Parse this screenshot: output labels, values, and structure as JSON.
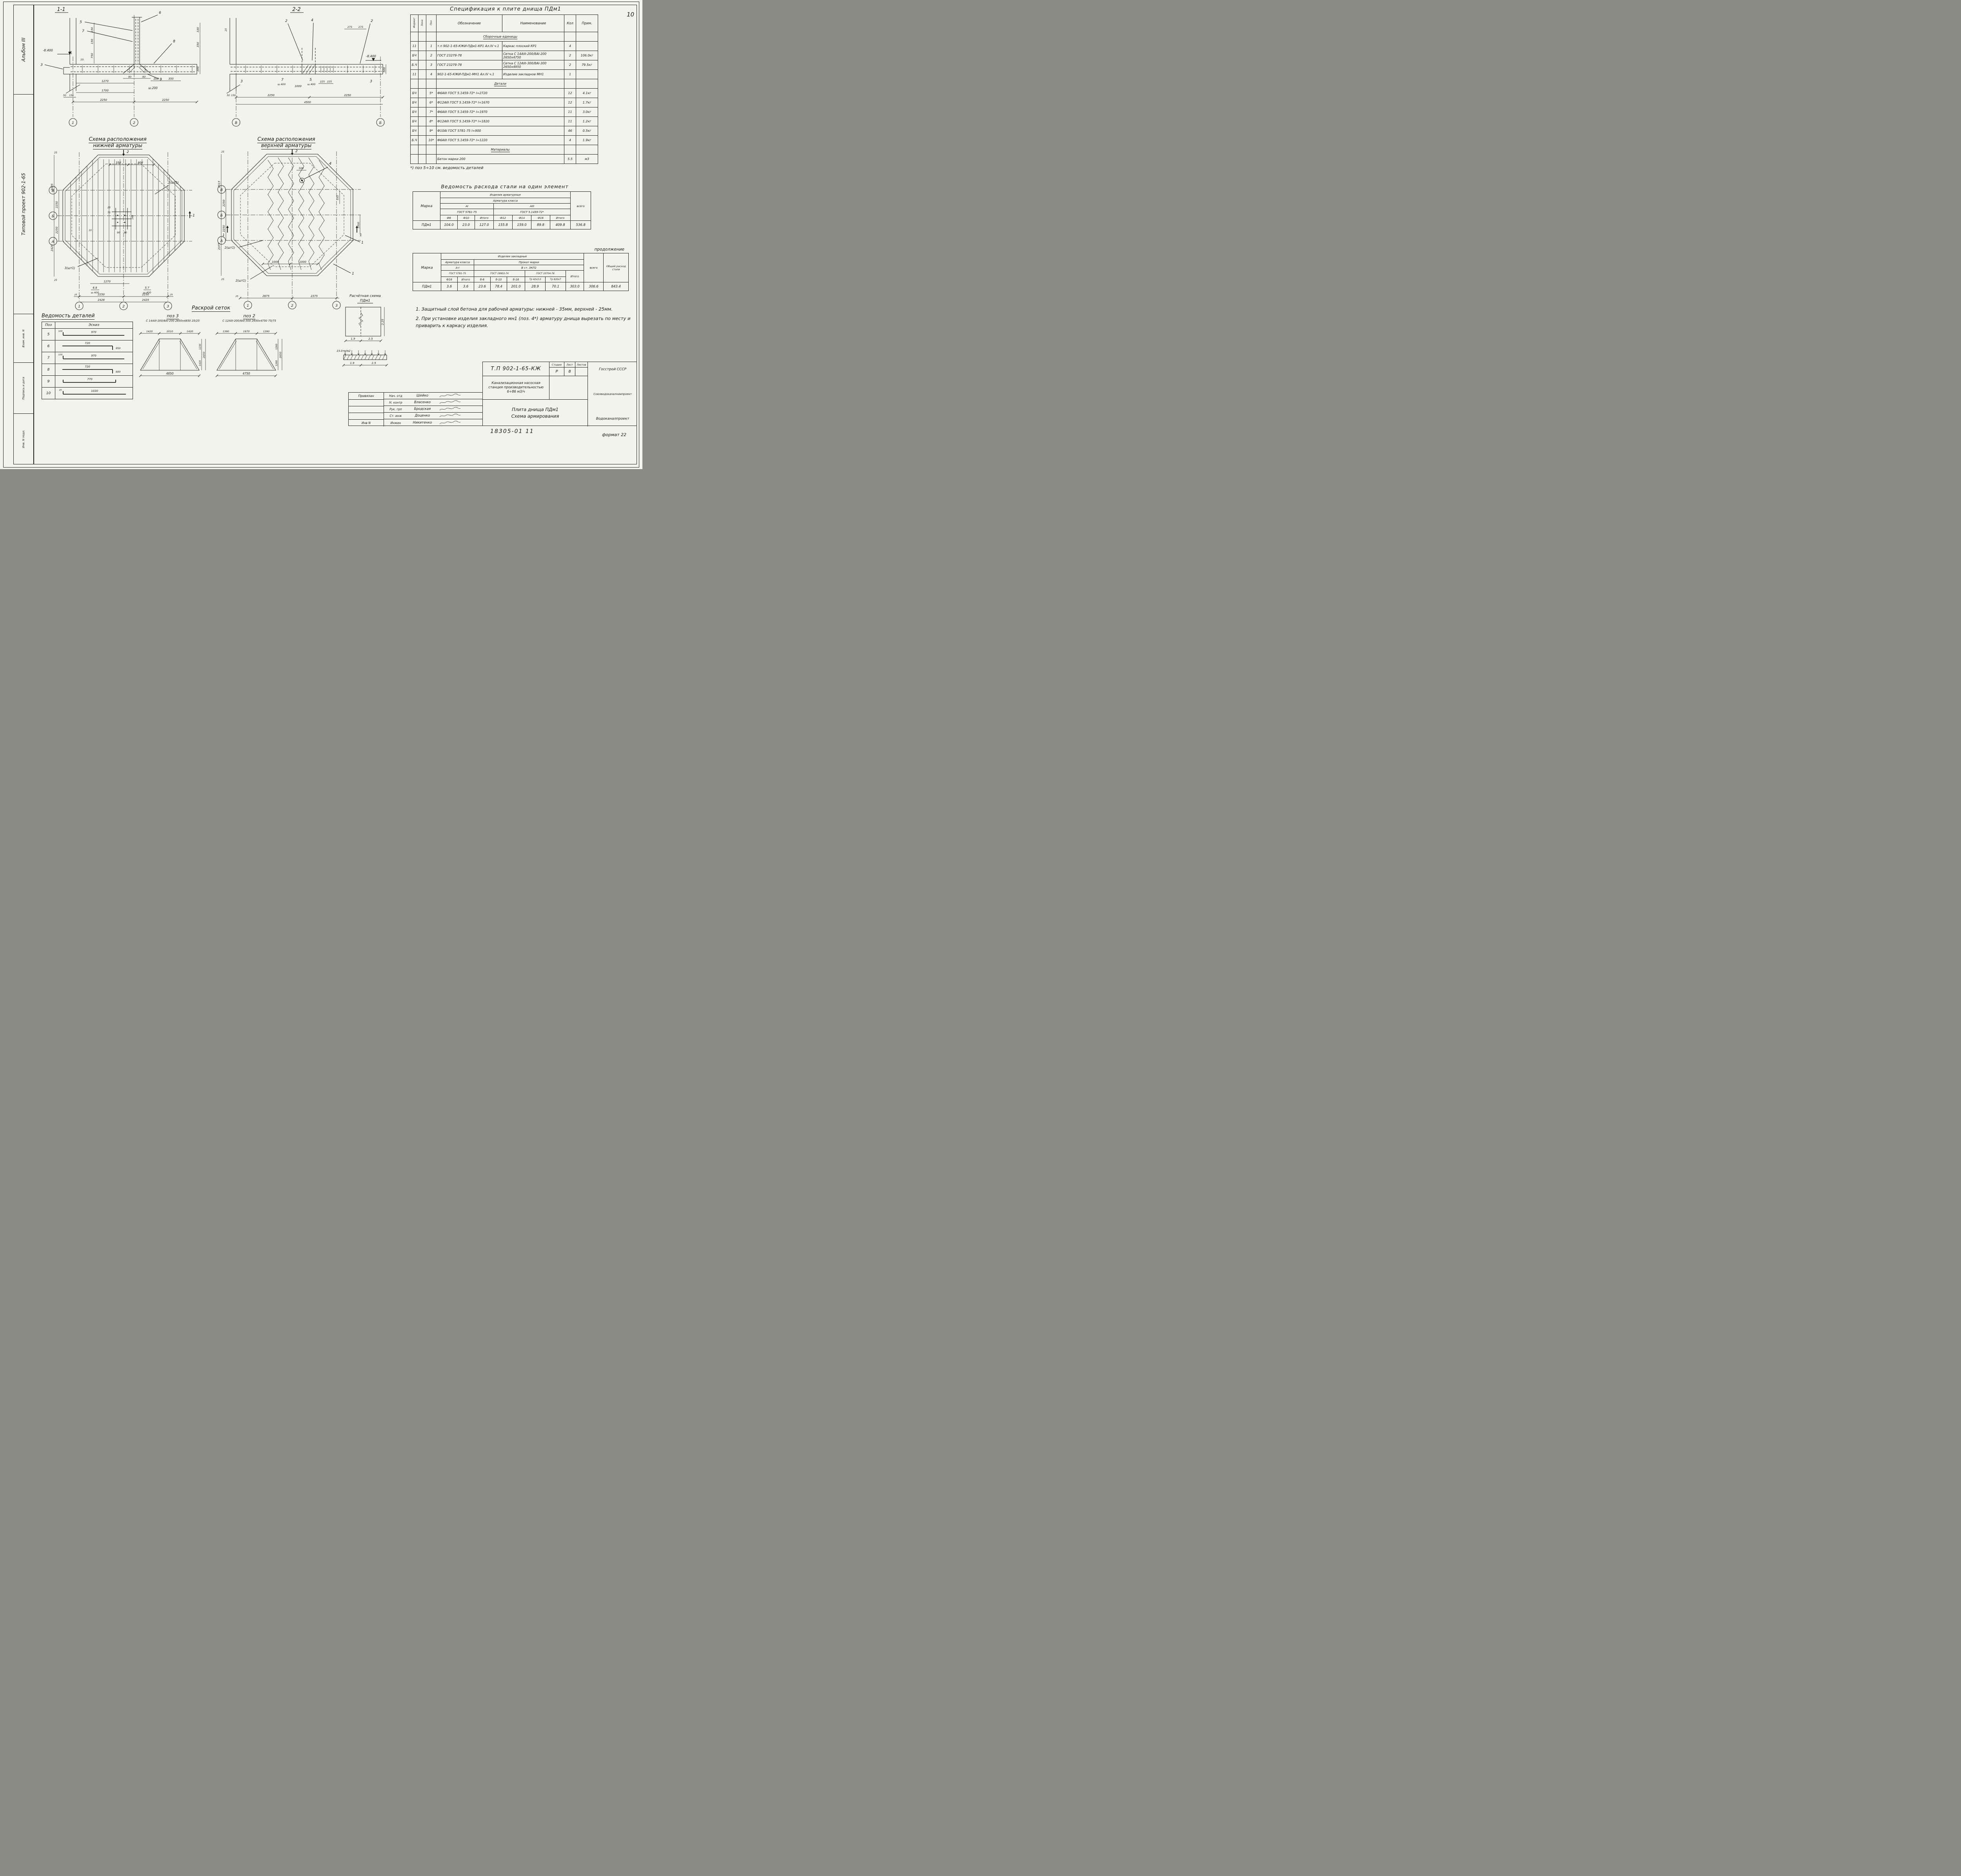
{
  "meta": {
    "page_number": "10",
    "doc_stamp": "18305-01 11",
    "format_note": "формат 22"
  },
  "sidebar": {
    "album": "Альбом III",
    "project": "Типовой проект 902-1-65",
    "stamp1": "Взам. инв. N",
    "stamp2": "Подпись и дата",
    "stamp3": "Инв. N подл."
  },
  "sec11": {
    "title": "1-1",
    "level": "-8.400",
    "c3": "3",
    "c5": "5",
    "c6": "6",
    "c7": "7",
    "c8": "8",
    "c9": "9",
    "d25": "25",
    "d10": "10.",
    "d150a": "150",
    "d150b": "150",
    "d750": "750",
    "d330": "330",
    "d350a": "350",
    "d300": "300",
    "d90a": "90",
    "d90b": "90",
    "d1270": "1270",
    "d200": "200",
    "d350b": "350",
    "sh200": "ш.200",
    "d1700": "1700",
    "d2250a": "2250",
    "d2250b": "2250",
    "d50": "50",
    "d150c": "150",
    "ax1": "1",
    "ax2": "2"
  },
  "sec22": {
    "title": "2-2",
    "level": "-8.400",
    "c2a": "2",
    "c4": "4",
    "c2b": "2",
    "c3a": "3",
    "c7": "7",
    "c5": "5",
    "c3b": "3",
    "d25": "25",
    "d275a": "275",
    "d275b": "275",
    "d500": "500",
    "sh400a": "ш.400",
    "d1000": "1000",
    "sh400b": "ш.400",
    "d225a": "225",
    "d225b": "225",
    "d50": "50",
    "d150": "150",
    "d2250a": "2250",
    "d2250b": "2250",
    "d4500": "4500",
    "axV": "В",
    "axB": "Б"
  },
  "lower": {
    "t1": "Схема расположения",
    "t2": "нижней арматуры",
    "rowB": "В",
    "rowG": "Б",
    "rowA": "А",
    "c1": "1",
    "c2": "2",
    "c3": "3",
    "secTop": "2",
    "secSide": "1",
    "call3a": "3(шт1)",
    "call3b": "3(шт1)",
    "d550": "550",
    "d800": "800",
    "d25a": "25",
    "d75": "75",
    "d140": "140",
    "d10": "10",
    "d90a": "90",
    "d90b": "90",
    "dl2425a": "2425",
    "dl2425b": "2425",
    "dl2250a": "2250",
    "dl2250b": "2250",
    "d25t": "25",
    "d25b": "25",
    "d1270": "1270",
    "f68": "6.8",
    "fsh1": "ш.400",
    "f57": "5.7",
    "fsh2": "ш.400",
    "db2250a": "2250",
    "db2250b": "2250",
    "db2426": "2426",
    "db2425": "2425",
    "d25bl": "25",
    "d25br": "25"
  },
  "upper": {
    "t1": "Схема расположения",
    "t2": "верхней арматуры",
    "rowB": "В",
    "rowG": "Б",
    "rowA": "А",
    "c1": "1",
    "c2": "2",
    "c3": "3",
    "secTop": "2",
    "sec1L": "1",
    "sec1R": "1",
    "call4": "4",
    "call2a": "2(шт1)",
    "call2b": "2(шт1)",
    "call1a": "1",
    "call1b": "1",
    "d500": "500",
    "d550": "550",
    "d1000v": "1000",
    "d1000a": "1000",
    "d1000b": "1000",
    "dl2515": "2515",
    "dl2375": "2375",
    "dl2250a": "2250",
    "dl2250b": "2250",
    "d25t": "25",
    "d25b": "25",
    "db2875": "2875",
    "db2375": "2375",
    "d25bl": "25"
  },
  "spec": {
    "title": "Спецификация к плите днища ПДм1",
    "h_fmt": "Формат",
    "h_zone": "Зона",
    "h_pos": "Поз",
    "h_des": "Обозначение",
    "h_name": "Наименование",
    "h_qty": "Кол",
    "h_note": "Прим.",
    "g1": "Сборочные единицы",
    "rows1": [
      {
        "f": "11",
        "p": "1",
        "o": "т.п 902-1-65-КЖИ-ПДм1-КР1 Ал.IV ч.1",
        "n": "Каркас плоский КР1",
        "k": "4",
        "pr": ""
      },
      {
        "f": "БЧ",
        "p": "2",
        "o": "ГОСТ 23279-78",
        "n": "Сетка С 14АIII-200/8АI-200 2650х4750",
        "k": "2",
        "pr": "106.0кг"
      },
      {
        "f": "Б.Ч",
        "p": "3",
        "o": "ГОСТ 23279-78",
        "n": "Сетка С 12АIII-300/8АI-300 2650х4950",
        "k": "2",
        "pr": "79.5кг"
      },
      {
        "f": "11",
        "p": "4",
        "o": "902-1-65-КЖИ-ПДм1-МН1 Ал.IV ч.1",
        "n": "Изделие закладное МН1",
        "k": "1",
        "pr": ""
      }
    ],
    "g2": "Детали",
    "rows2": [
      {
        "f": "БЧ",
        "p": "5*",
        "o": "Ф6АIII ГОСТ 5.1459-72*  l=2720",
        "k": "12",
        "pr": "4.1кг"
      },
      {
        "f": "БЧ",
        "p": "6*",
        "o": "Ф12АIII ГОСТ 5.1459-72*  l=1670",
        "k": "12",
        "pr": "1.7кг"
      },
      {
        "f": "БЧ",
        "p": "7*",
        "o": "Ф6АIII ГОСТ 5.1459-72*  l=1970",
        "k": "11",
        "pr": "3.0кг"
      },
      {
        "f": "БЧ",
        "p": "8*",
        "o": "Ф12АIII ГОСТ 5.1459-72*  l=1820",
        "k": "11",
        "pr": "1.2кг"
      },
      {
        "f": "БЧ",
        "p": "9*",
        "o": "Ф10АI ГОСТ 5781-75  l=900",
        "k": "46",
        "pr": "0.5кг"
      },
      {
        "f": "Б.Ч",
        "p": "10*",
        "o": "Ф6АIII ГОСТ 5.1459-72*  l=1220",
        "k": "4",
        "pr": "1.9кг"
      }
    ],
    "g3": "Материалы",
    "mat": {
      "n": "Бетон марки 200",
      "k": "5.5",
      "pr": "м3"
    },
    "footnote": "*) поз 5÷10  см. ведомость деталей"
  },
  "steel": {
    "title": "Ведомость расхода стали на один элемент",
    "h_marka": "Марка",
    "h_izd": "Изделия арматурные",
    "h_arm": "Арматура класса",
    "h_a1": "АI",
    "h_a3": "АIII",
    "h_gost1": "ГОСТ 5781-75",
    "h_gost2": "ГОСТ 5.1459-72*",
    "h_f8": "Ф8",
    "h_f10": "Ф10",
    "h_it1": "Итого",
    "h_f12": "Ф12",
    "h_f14": "Ф14",
    "h_f16": "Ф16",
    "h_it2": "Итого",
    "h_vsego": "всего",
    "marka": "ПДм1",
    "f8": "104.0",
    "f10": "23.0",
    "it1": "127.0",
    "f12": "155.8",
    "f14": "159.0",
    "f16": "89.8",
    "it2": "409.8",
    "vsego": "536.8"
  },
  "cont": {
    "title": "продолжение",
    "h_marka": "Марка",
    "h_izd": "Изделия закладные",
    "h_arm": "Арматура класса",
    "h_prokat": "Прокат марки",
    "h_a1": "А-I",
    "h_vst": "В ст. 3КП2",
    "h_gost1": "ГОСТ 5781-75",
    "h_gost2": "ГОСТ 19903-74",
    "h_gost3": "ГОСТ 10704-76",
    "h_f16": "Ф16",
    "h_it1": "Итого",
    "h_b6": "б-6",
    "h_b10": "б-10",
    "h_b16": "б-16",
    "h_tr1": "Тр 42х3.0",
    "h_tr2": "Тр 820х7",
    "h_it2": "Итого",
    "h_vsego": "всего",
    "h_total": "Общий расход стали",
    "marka": "ПДм1",
    "f16": "3.6",
    "it1": "3.6",
    "b6": "23.6",
    "b10": "78.4",
    "b16": "201.0",
    "tr1": "28.9",
    "tr2": "70.1",
    "it2": "303.0",
    "vsego": "306.6",
    "total": "843.4"
  },
  "details": {
    "title": "Ведомость деталей",
    "h_pos": "Поз",
    "h_esk": "Эскиз",
    "rows": [
      {
        "pos": "5",
        "a": "970",
        "b": "100"
      },
      {
        "pos": "6",
        "a": "720",
        "b": "950"
      },
      {
        "pos": "7",
        "a": "970",
        "b": "100"
      },
      {
        "pos": "8",
        "a": "720",
        "b": "600"
      },
      {
        "pos": "9",
        "a": "770",
        "b": ""
      },
      {
        "pos": "10",
        "a": "1020",
        "b": "20"
      }
    ]
  },
  "raskroy": {
    "title": "Раскрой сеток",
    "p3": "поз 3",
    "p3f": "С 14АIII-200/8АI-200  2650х4850  25/25",
    "p2": "поз 2",
    "p2f": "С 12АIII-200/8АI-300  2650х4750  75/75",
    "t1": {
      "w1": "1420",
      "w2": "2010",
      "w3": "1420",
      "h2": "1230",
      "h1": "1420",
      "h": "2650",
      "b": "4850"
    },
    "t2": {
      "w1": "1390",
      "w2": "1970",
      "w3": "1390",
      "h2": "1260",
      "h1": "1390",
      "h": "2650",
      "b": "4750"
    }
  },
  "calc": {
    "t1": "Расчётная схема",
    "t2": "ПДм1",
    "h": "2.25",
    "w1": "1.9",
    "w2": "2.5",
    "load": "15.0тс/м2",
    "lw1": "1.9",
    "lw2": "2.5"
  },
  "notes": {
    "n1": "1. Защитный слой бетона для рабочей арматуры: нижней - 35мм,  верхней - 25мм.",
    "n2": "2. При установке изделия закладного мн1 (поз. 4*) арматуру днища вырезать по месту и приварить к каркасу изделия."
  },
  "stamp": {
    "privyazan": "Привязан",
    "inv": "Инв N",
    "docnum": "Т.П 902-1-65-КЖ",
    "proj1": "Канализационная насосная",
    "proj2": "станция производительностью",
    "proj3": "6÷86 м3/ч",
    "h_stage": "Стадия",
    "h_sheet": "Лист",
    "h_sheets": "Листов",
    "stage": "Р",
    "sheet": "8",
    "sheetname1": "Плита днища ПДм1",
    "sheetname2": "Схема армирования",
    "org1": "Госстрой СССР",
    "org2": "Союзводоканалниипроект",
    "org3": "Водоканалпроект",
    "roles": [
      {
        "r": "Нач. отд",
        "n": "Шейко"
      },
      {
        "r": "Н. контр",
        "n": "Власенко"
      },
      {
        "r": "Рук. грп",
        "n": "Бродская"
      },
      {
        "r": "Ст. инж",
        "n": "Доценко"
      },
      {
        "r": "Инжен",
        "n": "Никитенко"
      }
    ]
  }
}
